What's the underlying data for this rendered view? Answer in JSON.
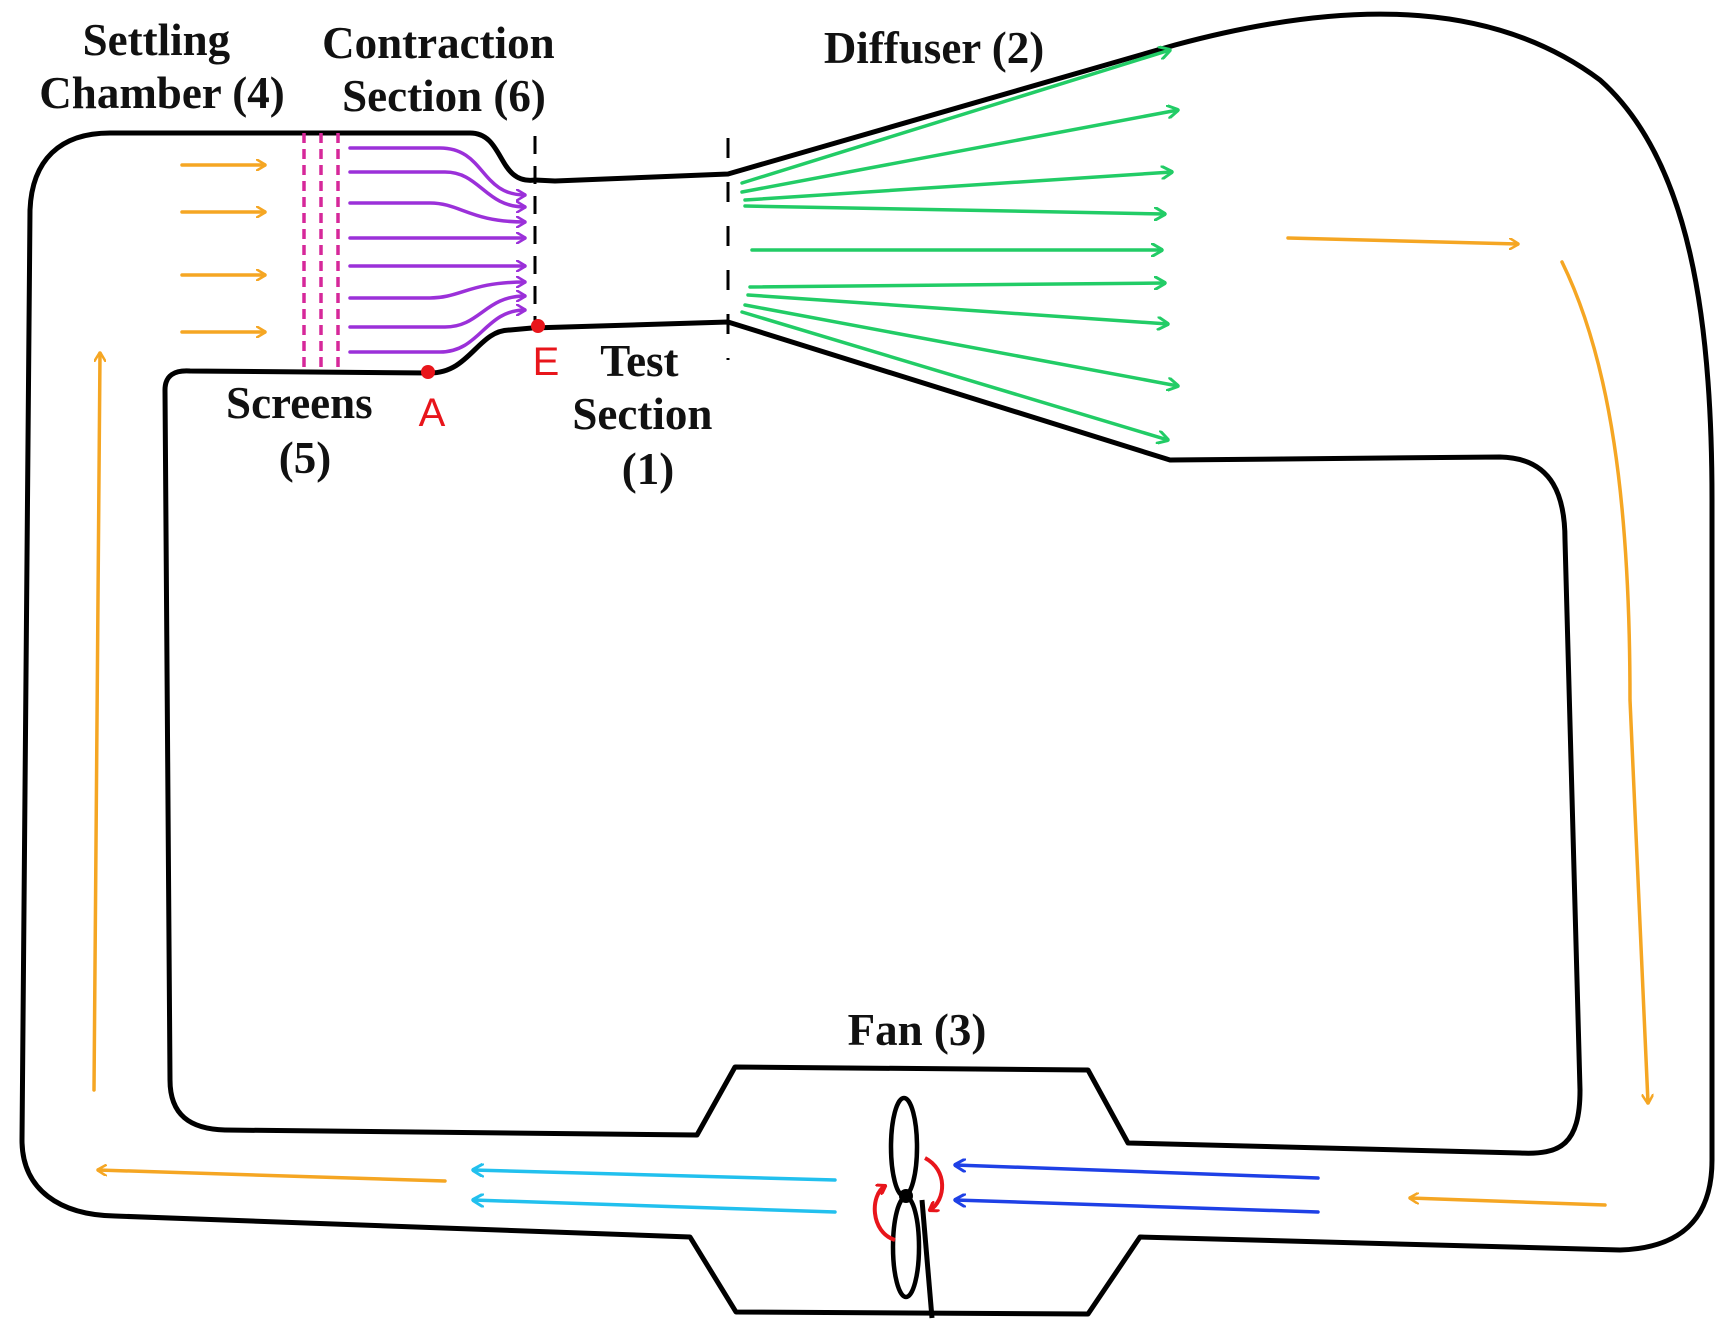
{
  "colors": {
    "return_flow": "#F5A623",
    "screens": "#D6289A",
    "contraction_flow": "#9B30D9",
    "diffuser_flow": "#22CC66",
    "fan_inlet_flow": "#1E40E6",
    "fan_outlet_flow": "#22C0EE",
    "points": "#E8151B",
    "fan_rotation": "#E8151B",
    "walls": "#000000"
  },
  "labels": {
    "settling_chamber": [
      "Settling",
      "Chamber (4)"
    ],
    "contraction_section": [
      "Contraction",
      "Section (6)"
    ],
    "diffuser": [
      "Diffuser (2)"
    ],
    "test_section": [
      "Test",
      "Section",
      "(1)"
    ],
    "screens": [
      "Screens",
      "(5)"
    ],
    "fan": [
      "Fan (3)"
    ]
  },
  "points": {
    "a": "A",
    "e": "E"
  },
  "icons": {
    "fan": "propeller-icon",
    "fan_rotation": "rotation-arrows-icon"
  }
}
